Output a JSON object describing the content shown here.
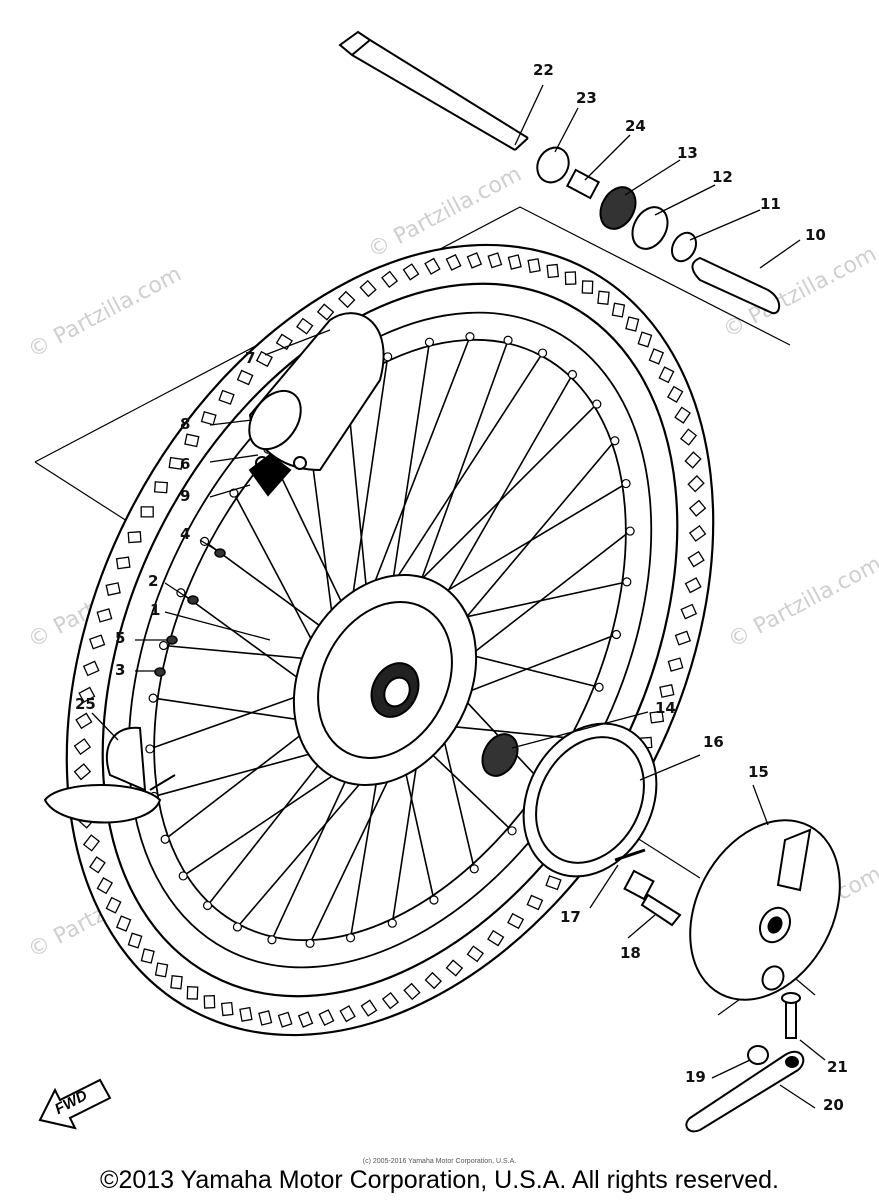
{
  "watermark": "© Partzilla.com",
  "callouts": [
    "1",
    "2",
    "3",
    "4",
    "5",
    "6",
    "7",
    "8",
    "9",
    "10",
    "11",
    "12",
    "13",
    "14",
    "15",
    "16",
    "17",
    "18",
    "19",
    "20",
    "21",
    "22",
    "23",
    "24",
    "25"
  ],
  "direction_arrow": "FWD",
  "fine_print": "(c) 2005-2016 Yamaha Motor Corporation, U.S.A.",
  "copyright": "©2013 Yamaha Motor Corporation, U.S.A. All rights reserved."
}
